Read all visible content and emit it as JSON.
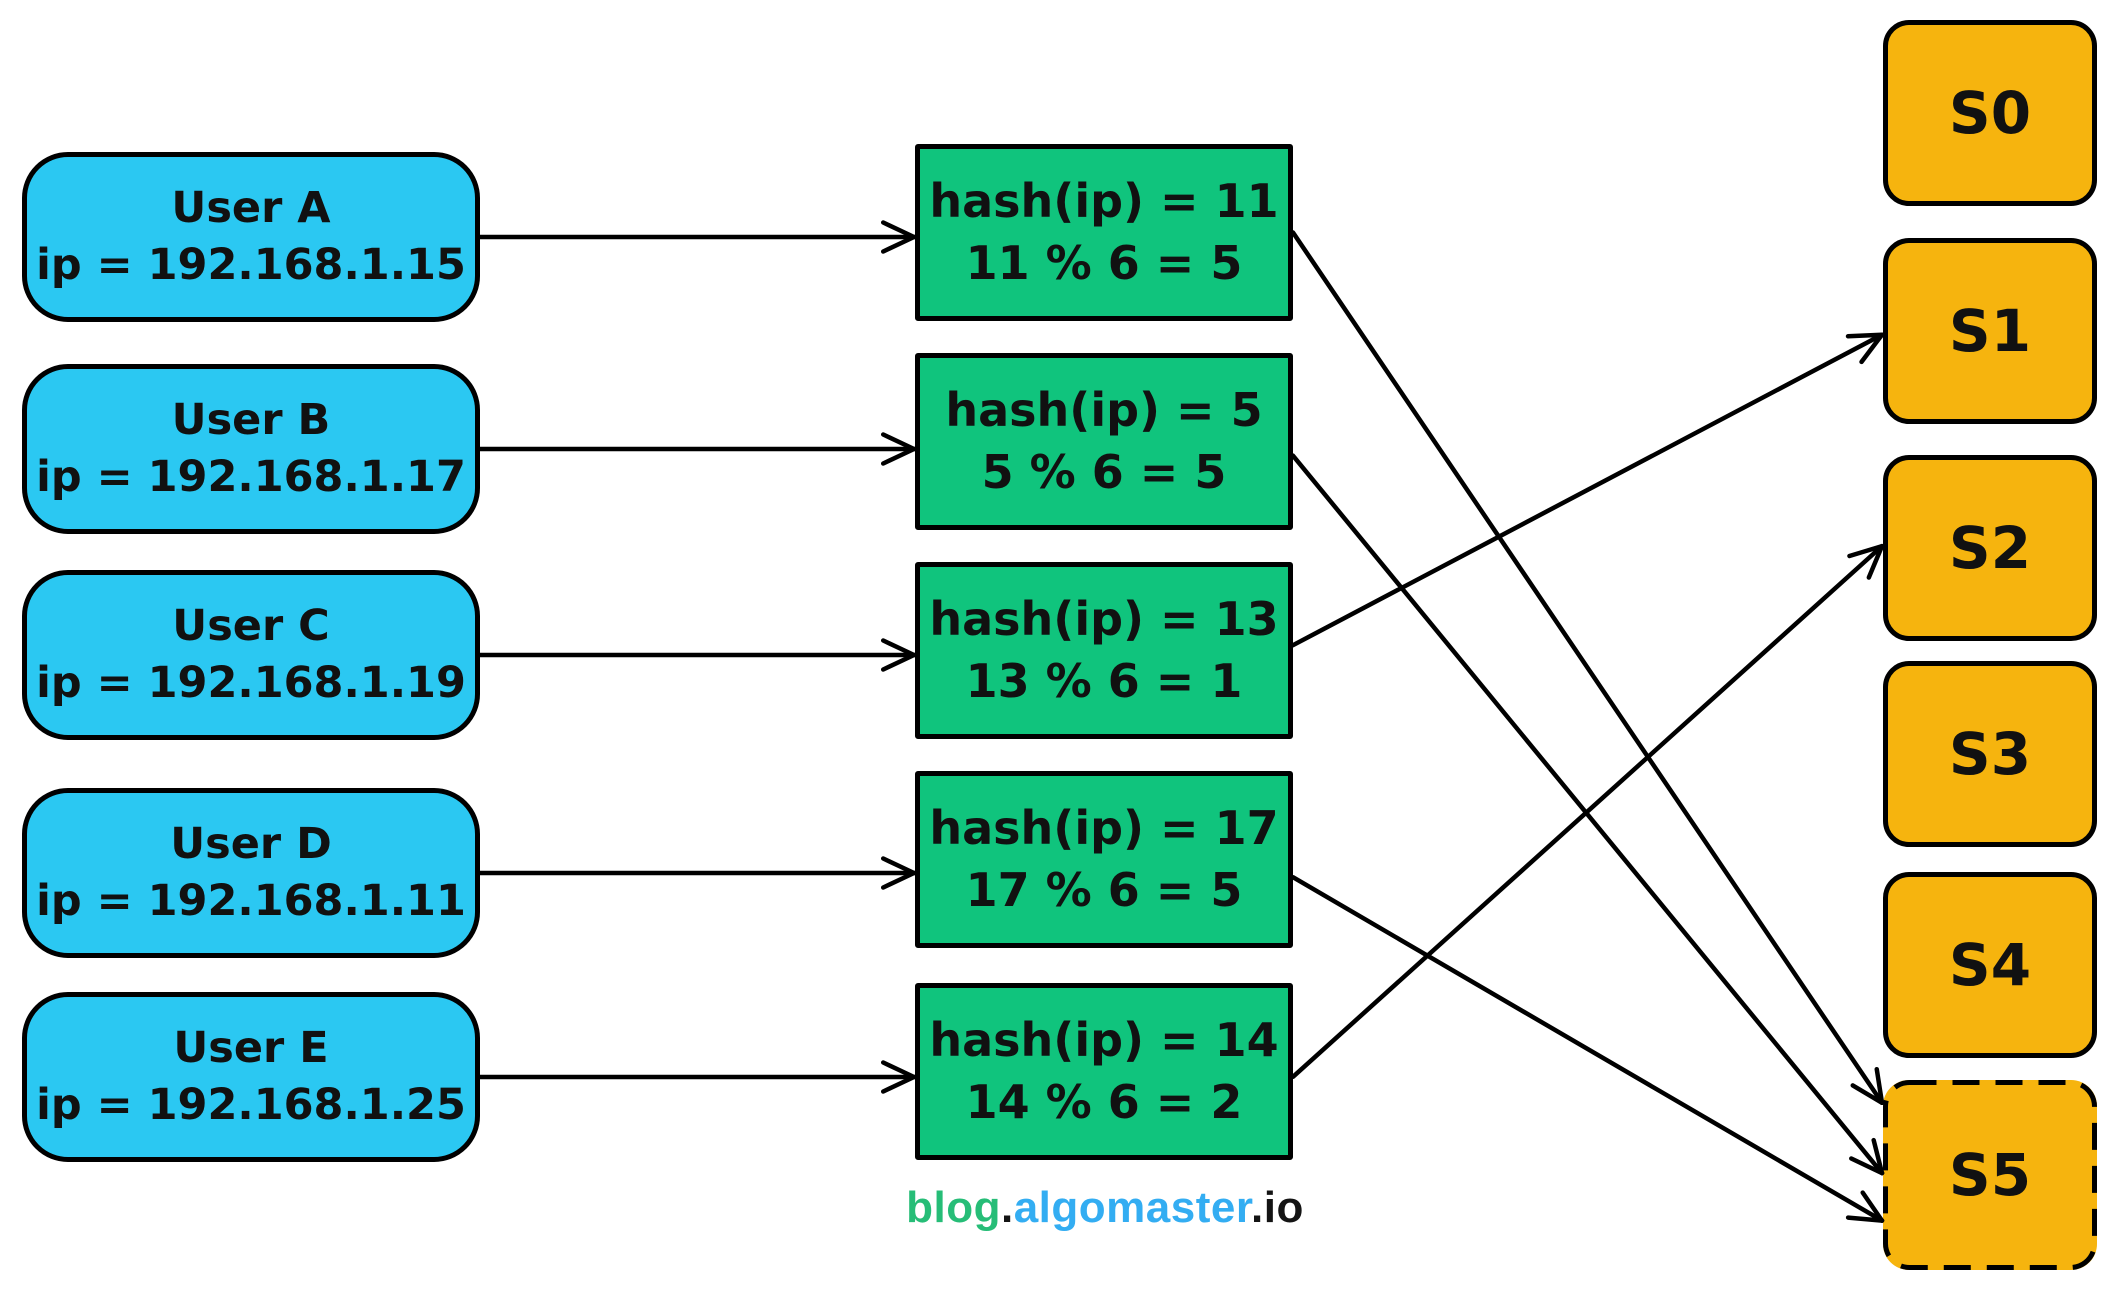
{
  "colors": {
    "background": "#ffffff",
    "user_fill": "#2bc8f2",
    "hash_fill": "#10c47d",
    "server_fill": "#f6b40e",
    "stroke": "#000000",
    "arrow": "#000000"
  },
  "diagram": {
    "users": [
      {
        "name": "User A",
        "ip": "ip = 192.168.1.15"
      },
      {
        "name": "User B",
        "ip": "ip = 192.168.1.17"
      },
      {
        "name": "User C",
        "ip": "ip = 192.168.1.19"
      },
      {
        "name": "User D",
        "ip": "ip = 192.168.1.11"
      },
      {
        "name": "User E",
        "ip": "ip = 192.168.1.25"
      }
    ],
    "hashes": [
      {
        "line1": "hash(ip) = 11",
        "line2": "11 % 6 = 5"
      },
      {
        "line1": "hash(ip) = 5",
        "line2": "5 % 6 = 5"
      },
      {
        "line1": "hash(ip) = 13",
        "line2": "13 % 6 = 1"
      },
      {
        "line1": "hash(ip) = 17",
        "line2": "17 % 6 = 5"
      },
      {
        "line1": "hash(ip) = 14",
        "line2": "14 % 6 = 2"
      }
    ],
    "servers": [
      {
        "label": "S0",
        "dashed": false
      },
      {
        "label": "S1",
        "dashed": false
      },
      {
        "label": "S2",
        "dashed": false
      },
      {
        "label": "S3",
        "dashed": false
      },
      {
        "label": "S4",
        "dashed": false
      },
      {
        "label": "S5",
        "dashed": true
      }
    ],
    "connections": {
      "user_to_hash": [
        {
          "from": "user-0",
          "to": "hash-0",
          "horizontal": true
        },
        {
          "from": "user-1",
          "to": "hash-1",
          "horizontal": true
        },
        {
          "from": "user-2",
          "to": "hash-2",
          "horizontal": true
        },
        {
          "from": "user-3",
          "to": "hash-3",
          "horizontal": true
        },
        {
          "from": "user-4",
          "to": "hash-4",
          "horizontal": true
        }
      ],
      "hash_to_server": [
        {
          "from": "hash-0",
          "to": "server-5",
          "from_frac": 0.5,
          "to_frac": 0.12
        },
        {
          "from": "hash-1",
          "to": "server-5",
          "from_frac": 0.58,
          "to_frac": 0.49
        },
        {
          "from": "hash-2",
          "to": "server-1",
          "from_frac": 0.47,
          "to_frac": 0.52
        },
        {
          "from": "hash-3",
          "to": "server-5",
          "from_frac": 0.6,
          "to_frac": 0.74
        },
        {
          "from": "hash-4",
          "to": "server-2",
          "from_frac": 0.53,
          "to_frac": 0.49
        }
      ]
    },
    "footer": {
      "parts": [
        {
          "text": "blog",
          "color": "#26bd77"
        },
        {
          "text": ".",
          "color": "#141414"
        },
        {
          "text": "algomaster",
          "color": "#33adf2"
        },
        {
          "text": ".",
          "color": "#141414"
        },
        {
          "text": "io",
          "color": "#141414"
        }
      ]
    }
  }
}
